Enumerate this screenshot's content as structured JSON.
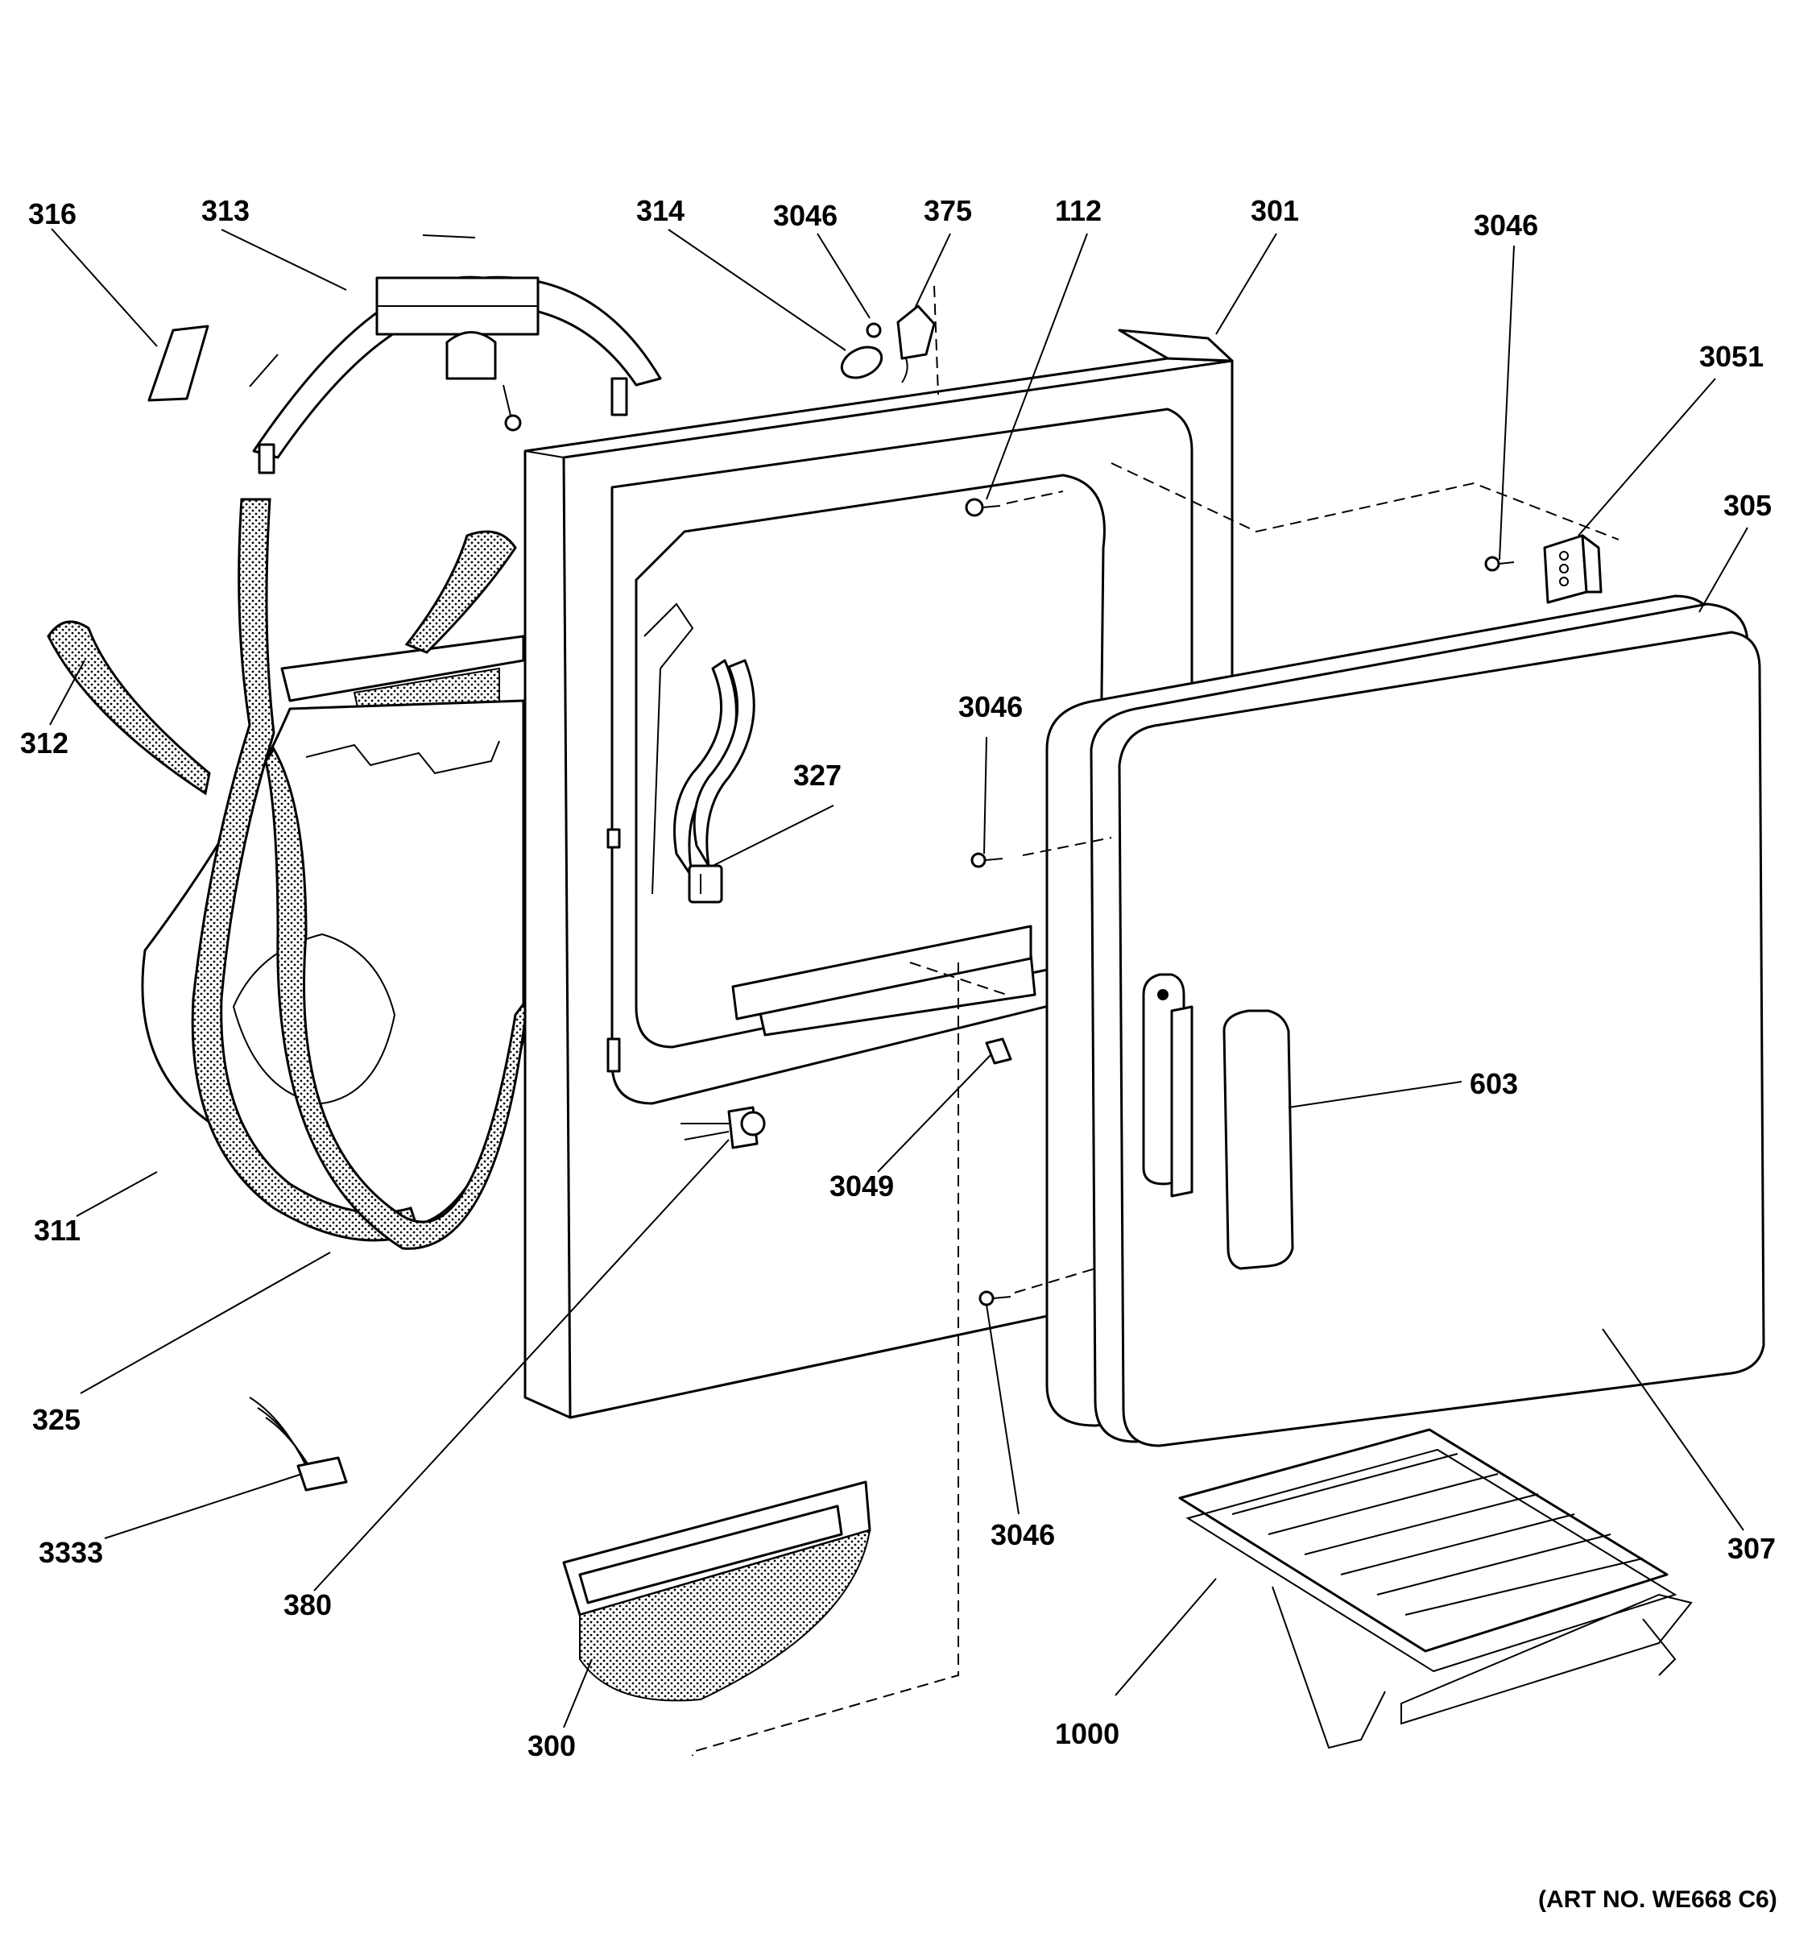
{
  "diagram": {
    "type": "exploded-parts-diagram",
    "art_number": "(ART NO. WE668 C6)",
    "callouts": {
      "c316": "316",
      "c313": "313",
      "c314": "314",
      "c3046_top": "3046",
      "c375": "375",
      "c112": "112",
      "c301": "301",
      "c3046_right": "3046",
      "c3051": "3051",
      "c305": "305",
      "c312": "312",
      "c3046_mid": "3046",
      "c327": "327",
      "c603": "603",
      "c3049": "3049",
      "c311": "311",
      "c325": "325",
      "c3046_low": "3046",
      "c307": "307",
      "c3333": "3333",
      "c380": "380",
      "c300": "300",
      "c1000": "1000"
    }
  }
}
